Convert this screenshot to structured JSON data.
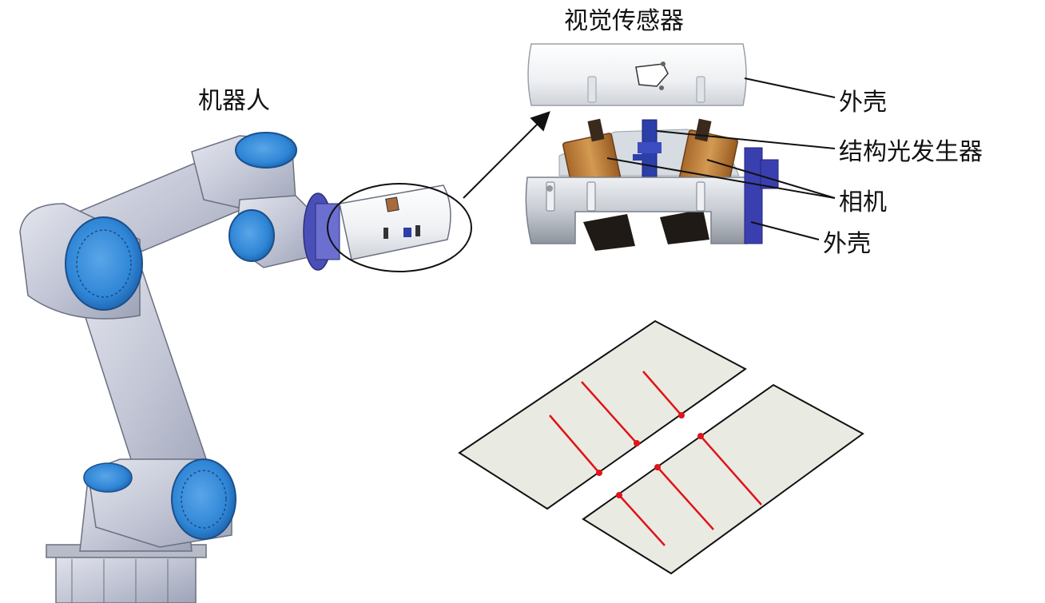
{
  "labels": {
    "robot": "机器人",
    "vision_sensor": "视觉传感器",
    "housing_top": "外壳",
    "structured_light": "结构光发生器",
    "camera": "相机",
    "housing_bottom": "外壳"
  },
  "colors": {
    "robot_body": "#c9ccd9",
    "robot_joint": "#2f86d6",
    "robot_joint_dark": "#1b5fa8",
    "flange": "#4a4fb8",
    "sensor_shell": "#f2f4f6",
    "camera_body": "#c98a3c",
    "camera_lens": "#2a2018",
    "structured_light_block": "#2c3ea8",
    "plate_fill": "#e9ebe3",
    "plate_stroke": "#111111",
    "laser_line": "#e0141a",
    "laser_point": "#e0141a"
  },
  "icons": {
    "robot_arm": "robot-arm-icon",
    "callout": "ellipse-callout",
    "arrow": "pointer-arrow"
  }
}
